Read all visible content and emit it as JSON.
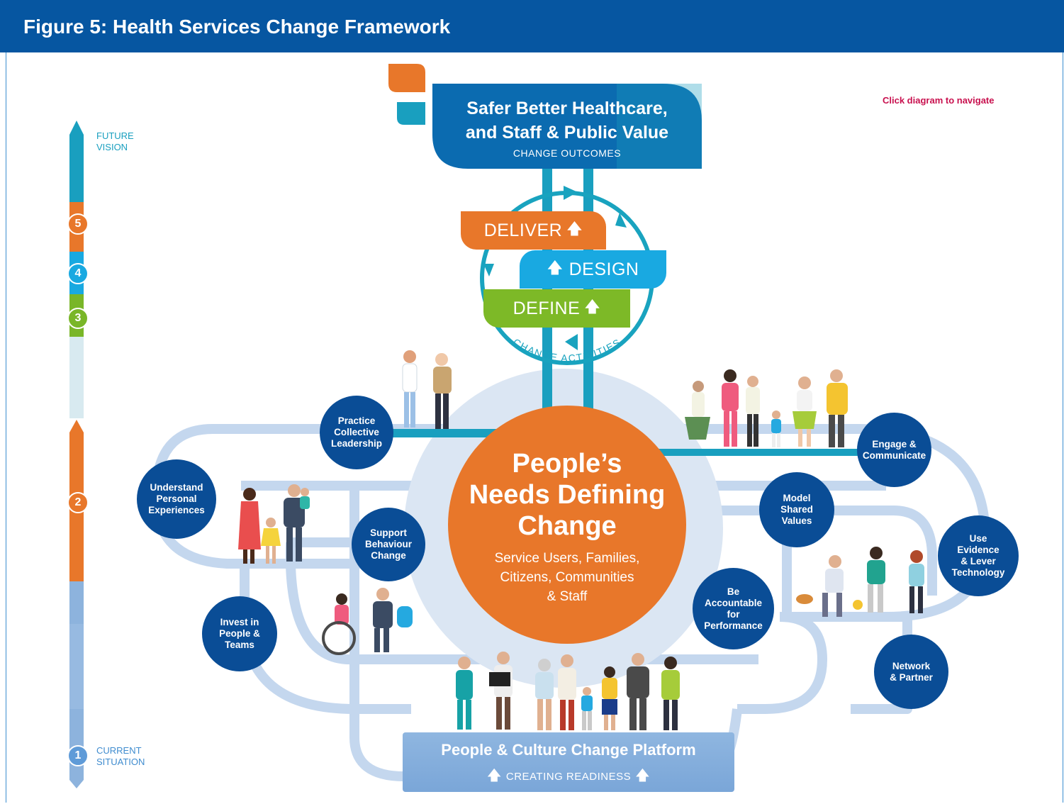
{
  "header": {
    "title": "Figure 5: Health Services Change Framework"
  },
  "navigate_hint": "Click diagram to navigate",
  "timeline": {
    "top_label_line1": "FUTURE",
    "top_label_line2": "VISION",
    "bottom_label_line1": "CURRENT",
    "bottom_label_line2": "SITUATION",
    "steps": [
      "5",
      "4",
      "3",
      "2",
      "1"
    ],
    "colors": {
      "teal": "#199fbf",
      "orange": "#e8772a",
      "blue": "#1aa3dd",
      "green": "#79b628",
      "lightblue": "#7fa9dc"
    }
  },
  "outcomes": {
    "line1": "Safer Better Healthcare,",
    "line2": "and Staff & Public Value",
    "subtitle": "CHANGE OUTCOMES"
  },
  "activities": {
    "deliver": "DELIVER",
    "design": "DESIGN",
    "define": "DEFINE",
    "label": "CHANGE ACTIVITIES",
    "colors": {
      "deliver": "#e8772a",
      "design": "#19a9e1",
      "define": "#7db927"
    }
  },
  "center": {
    "line1": "People’s",
    "line2": "Needs Defining",
    "line3": "Change",
    "sub1": "Service Users, Families,",
    "sub2": "Citizens, Communities",
    "sub3": "& Staff"
  },
  "platform": {
    "title": "People & Culture Change Platform",
    "subtitle": "CREATING READINESS"
  },
  "enablers": {
    "practice": "Practice\nCollective\nLeadership",
    "understand": "Understand\nPersonal\nExperiences",
    "support": "Support\nBehaviour\nChange",
    "invest": "Invest in\nPeople &\nTeams",
    "engage": "Engage &\nCommunicate",
    "model": "Model\nShared\nValues",
    "evidence": "Use\nEvidence\n& Lever\nTechnology",
    "accountable": "Be\nAccountable\nfor\nPerformance",
    "network": "Network\n& Partner"
  },
  "icons": [
    "arrow-up-icon",
    "people-illustration",
    "wheelchair-icon",
    "dog-icon",
    "ball-icon"
  ]
}
